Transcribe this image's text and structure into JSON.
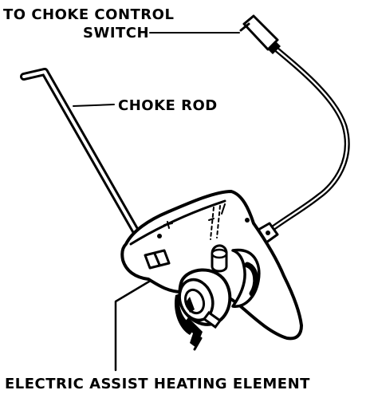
{
  "labels": {
    "choke_switch_line1": "TO CHOKE CONTROL",
    "choke_switch_line2": "SWITCH",
    "choke_rod": "CHOKE ROD",
    "heating_element": "ELECTRIC ASSIST HEATING ELEMENT"
  },
  "colors": {
    "ink": "#000000",
    "background": "#ffffff"
  }
}
